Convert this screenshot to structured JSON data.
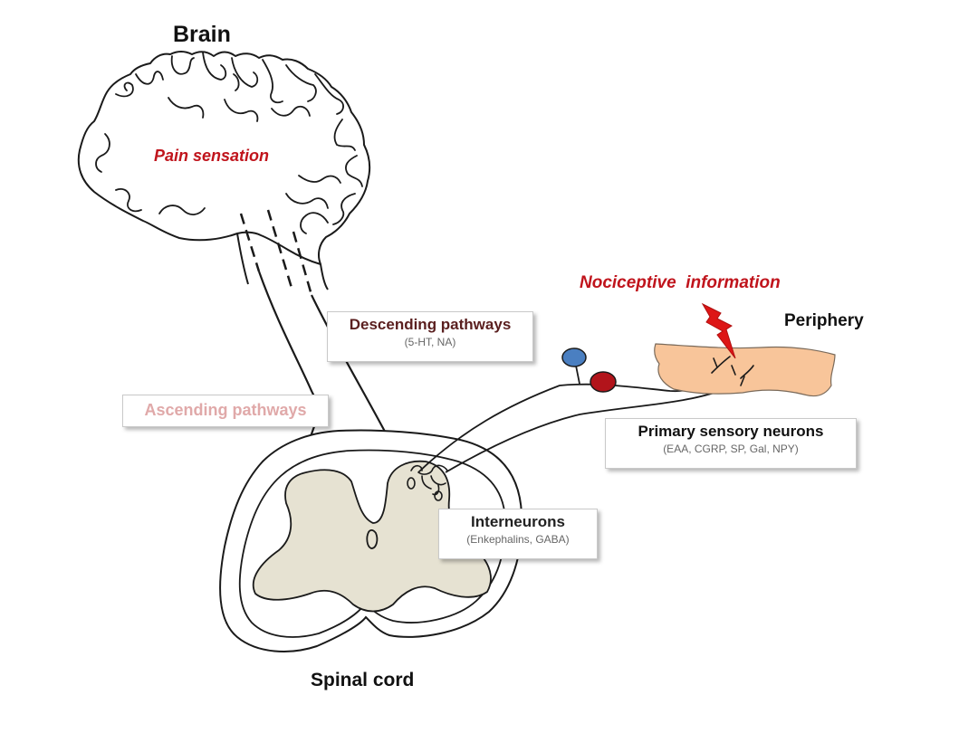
{
  "labels": {
    "brain": "Brain",
    "pain_sensation": "Pain sensation",
    "nociceptive_information": "Nociceptive  information",
    "periphery": "Periphery",
    "spinal_cord": "Spinal cord"
  },
  "boxes": {
    "descending": {
      "title": "Descending pathways",
      "subtitle": "(5-HT, NA)"
    },
    "ascending": {
      "title": "Ascending pathways"
    },
    "primary": {
      "title": "Primary sensory neurons",
      "subtitle": "(EAA, CGRP, SP, Gal, NPY)"
    },
    "interneurons": {
      "title": "Interneurons",
      "subtitle": "(Enkephalins, GABA)"
    }
  },
  "colors": {
    "accent_red": "#c0141c",
    "descending_title": "#5a1f1f",
    "ascending_title": "#e0a9a9",
    "primary_title": "#111111",
    "interneurons_title": "#222222",
    "periphery_fill": "#f8c59a",
    "gray_matter": "#e6e2d2",
    "neuron_blue": "#4a7fc1",
    "neuron_red": "#b2141b",
    "lightning": "#dd1616"
  }
}
